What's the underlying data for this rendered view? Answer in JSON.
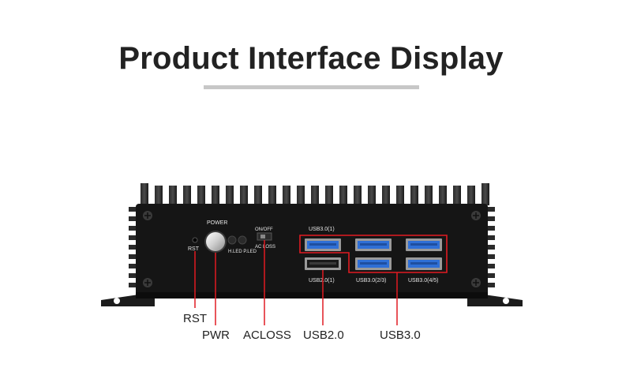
{
  "title": "Product Interface Display",
  "panel": {
    "power_label": "POWER",
    "led_labels": "H.LED P.LED",
    "switch_label": "ON/OFF",
    "acloss_label": "AC LOSS",
    "rst_label": "RST",
    "usb3_top_label": "USB3.0(1)",
    "usb2_label": "USB2.0(1)",
    "usb3_mid_label": "USB3.0(2/3)",
    "usb3_right_label": "USB3.0(4/5)"
  },
  "callouts": {
    "rst": "RST",
    "pwr": "PWR",
    "acloss": "ACLOSS",
    "usb2": "USB2.0",
    "usb3": "USB3.0"
  },
  "colors": {
    "highlight": "#e11b22",
    "usb3_blue": "#2f6fd6",
    "chassis": "#151515"
  }
}
